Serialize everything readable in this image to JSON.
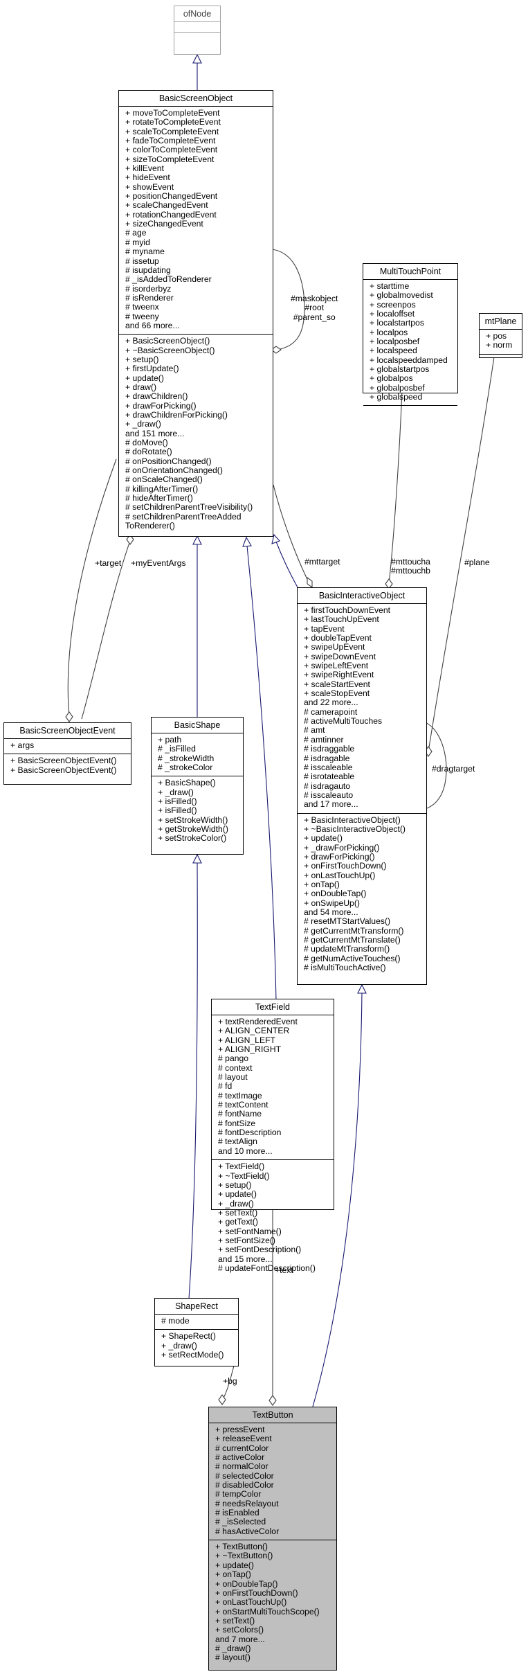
{
  "classes": {
    "ofNode": {
      "title": "ofNode",
      "attributes": [],
      "methods": []
    },
    "BasicScreenObject": {
      "title": "BasicScreenObject",
      "attributes": [
        "+ moveToCompleteEvent",
        "+ rotateToCompleteEvent",
        "+ scaleToCompleteEvent",
        "+ fadeToCompleteEvent",
        "+ colorToCompleteEvent",
        "+ sizeToCompleteEvent",
        "+ killEvent",
        "+ hideEvent",
        "+ showEvent",
        "+ positionChangedEvent",
        "+ scaleChangedEvent",
        "+ rotationChangedEvent",
        "+ sizeChangedEvent",
        "# age",
        "# myid",
        "# myname",
        "# issetup",
        "# isupdating",
        "# _isAddedToRenderer",
        "# isorderbyz",
        "# isRenderer",
        "# tweenx",
        "# tweeny",
        "and 66 more..."
      ],
      "methods": [
        "+ BasicScreenObject()",
        "+ ~BasicScreenObject()",
        "+ setup()",
        "+ firstUpdate()",
        "+ update()",
        "+ draw()",
        "+ drawChildren()",
        "+ drawForPicking()",
        "+ drawChildrenForPicking()",
        "+ _draw()",
        "and 151 more...",
        "# doMove()",
        "# doRotate()",
        "# onPositionChanged()",
        "# onOrientationChanged()",
        "# onScaleChanged()",
        "# killingAfterTimer()",
        "# hideAfterTimer()",
        "# setChildrenParentTreeVisibility()",
        "# setChildrenParentTreeAdded",
        "ToRenderer()"
      ]
    },
    "MultiTouchPoint": {
      "title": "MultiTouchPoint",
      "attributes": [
        "+ starttime",
        "+ globalmovedist",
        "+ screenpos",
        "+ localoffset",
        "+ localstartpos",
        "+ localpos",
        "+ localposbef",
        "+ localspeed",
        "+ localspeeddamped",
        "+ globalstartpos",
        "+ globalpos",
        "+ globalposbef",
        "+ globalspeed"
      ],
      "methods": []
    },
    "mtPlane": {
      "title": "mtPlane",
      "attributes": [
        "+ pos",
        "+ norm"
      ],
      "methods": []
    },
    "BasicScreenObjectEvent": {
      "title": "BasicScreenObjectEvent",
      "attributes": [
        "+ args"
      ],
      "methods": [
        "+ BasicScreenObjectEvent()",
        "+ BasicScreenObjectEvent()"
      ]
    },
    "BasicShape": {
      "title": "BasicShape",
      "attributes": [
        "+ path",
        "# _isFilled",
        "# _strokeWidth",
        "# _strokeColor"
      ],
      "methods": [
        "+ BasicShape()",
        "+ _draw()",
        "+ isFilled()",
        "+ isFilled()",
        "+ setStrokeWidth()",
        "+ getStrokeWidth()",
        "+ setStrokeColor()"
      ]
    },
    "BasicInteractiveObject": {
      "title": "BasicInteractiveObject",
      "attributes": [
        "+ firstTouchDownEvent",
        "+ lastTouchUpEvent",
        "+ tapEvent",
        "+ doubleTapEvent",
        "+ swipeUpEvent",
        "+ swipeDownEvent",
        "+ swipeLeftEvent",
        "+ swipeRightEvent",
        "+ scaleStartEvent",
        "+ scaleStopEvent",
        "and 22 more...",
        "# camerapoint",
        "# activeMultiTouches",
        "# amt",
        "# amtinner",
        "# isdraggable",
        "# isdragable",
        "# isscaleable",
        "# isrotateable",
        "# isdragauto",
        "# isscaleauto",
        "and 17 more..."
      ],
      "methods": [
        "+ BasicInteractiveObject()",
        "+ ~BasicInteractiveObject()",
        "+ update()",
        "+ _drawForPicking()",
        "+ drawForPicking()",
        "+ onFirstTouchDown()",
        "+ onLastTouchUp()",
        "+ onTap()",
        "+ onDoubleTap()",
        "+ onSwipeUp()",
        "and 54 more...",
        "# resetMTStartValues()",
        "# getCurrentMtTransform()",
        "# getCurrentMtTranslate()",
        "# updateMtTransform()",
        "# getNumActiveTouches()",
        "# isMultiTouchActive()"
      ]
    },
    "TextField": {
      "title": "TextField",
      "attributes": [
        "+ textRenderedEvent",
        "+ ALIGN_CENTER",
        "+ ALIGN_LEFT",
        "+ ALIGN_RIGHT",
        "# pango",
        "# context",
        "# layout",
        "# fd",
        "# textImage",
        "# textContent",
        "# fontName",
        "# fontSize",
        "# fontDescription",
        "# textAlign",
        "and 10 more..."
      ],
      "methods": [
        "+ TextField()",
        "+ ~TextField()",
        "+ setup()",
        "+ update()",
        "+ _draw()",
        "+ setText()",
        "+ getText()",
        "+ setFontName()",
        "+ setFontSize()",
        "+ setFontDescription()",
        "and 15 more...",
        "# updateFontDescription()"
      ]
    },
    "ShapeRect": {
      "title": "ShapeRect",
      "attributes": [
        "# mode"
      ],
      "methods": [
        "+ ShapeRect()",
        "+ _draw()",
        "+ setRectMode()"
      ]
    },
    "TextButton": {
      "title": "TextButton",
      "attributes": [
        "+ pressEvent",
        "+ releaseEvent",
        "# currentColor",
        "# activeColor",
        "# normalColor",
        "# selectedColor",
        "# disabledColor",
        "# tempColor",
        "# needsRelayout",
        "# isEnabled",
        "# _isSelected",
        "# hasActiveColor"
      ],
      "methods": [
        "+ TextButton()",
        "+ ~TextButton()",
        "+ update()",
        "+ onTap()",
        "+ onDoubleTap()",
        "+ onFirstTouchDown()",
        "+ onLastTouchUp()",
        "+ onStartMultiTouchScope()",
        "+ setText()",
        "+ setColors()",
        "and 7 more...",
        "# _draw()",
        "# layout()"
      ]
    }
  },
  "labels": {
    "maskobject": "#maskobject\n#root\n#parent_so",
    "mttarget": "#mttarget",
    "mttoucha": "#mttoucha\n#mttouchb",
    "plane": "#plane",
    "target": "+target",
    "myEventArgs": "+myEventArgs",
    "dragtarget": "#dragtarget",
    "text": "+text",
    "bg": "+bg"
  },
  "colors": {
    "inheritance": "#191970",
    "usage": "#404040",
    "focus_fill": "#bfbfbf",
    "gray_border": "#a0a0a0"
  }
}
